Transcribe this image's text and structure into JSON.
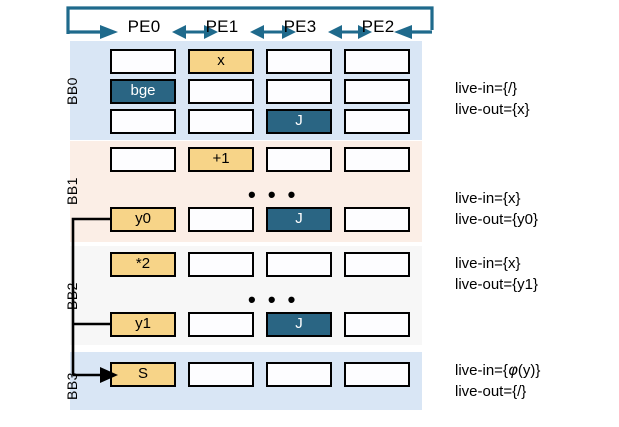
{
  "pe_header": {
    "labels": [
      "PE0",
      "PE1",
      "PE3",
      "PE2"
    ],
    "loop_arrow_color": "#1f6a8c",
    "bidir_arrow_color": "#1f6a8c"
  },
  "colors": {
    "teal": "#2a6583",
    "yellow": "#f7d488",
    "band_blue": "#d9e6f5",
    "band_peach": "#fbeee6",
    "band_gray": "#f7f7f7",
    "wire": "#000000"
  },
  "blocks": [
    {
      "name": "BB0",
      "label": "BB0",
      "rows": [
        [
          {
            "text": "",
            "style": "empty"
          },
          {
            "text": "x",
            "style": "yellow"
          },
          {
            "text": "",
            "style": "empty"
          },
          {
            "text": "",
            "style": "empty"
          }
        ],
        [
          {
            "text": "bge",
            "style": "teal"
          },
          {
            "text": "",
            "style": "empty"
          },
          {
            "text": "",
            "style": "empty"
          },
          {
            "text": "",
            "style": "empty"
          }
        ],
        [
          {
            "text": "",
            "style": "empty"
          },
          {
            "text": "",
            "style": "empty"
          },
          {
            "text": "J",
            "style": "teal"
          },
          {
            "text": "",
            "style": "empty"
          }
        ]
      ],
      "ellipsis": false,
      "live_in": "live-in={/}",
      "live_out": "live-out={x}"
    },
    {
      "name": "BB1",
      "label": "BB1",
      "rows": [
        [
          {
            "text": "",
            "style": "empty"
          },
          {
            "text": "+1",
            "style": "yellow"
          },
          {
            "text": "",
            "style": "empty"
          },
          {
            "text": "",
            "style": "empty"
          }
        ],
        [
          {
            "text": "y0",
            "style": "yellow"
          },
          {
            "text": "",
            "style": "empty"
          },
          {
            "text": "J",
            "style": "teal"
          },
          {
            "text": "",
            "style": "empty"
          }
        ]
      ],
      "ellipsis": true,
      "ellipsis_text": "• • •",
      "live_in": "live-in={x}",
      "live_out": "live-out={y0}"
    },
    {
      "name": "BB2",
      "label": "BB2",
      "rows": [
        [
          {
            "text": "*2",
            "style": "yellow"
          },
          {
            "text": "",
            "style": "empty"
          },
          {
            "text": "",
            "style": "empty"
          },
          {
            "text": "",
            "style": "empty"
          }
        ],
        [
          {
            "text": "y1",
            "style": "yellow"
          },
          {
            "text": "",
            "style": "empty"
          },
          {
            "text": "J",
            "style": "teal"
          },
          {
            "text": "",
            "style": "empty"
          }
        ]
      ],
      "ellipsis": true,
      "ellipsis_text": "• • •",
      "live_in": "live-in={x}",
      "live_out": "live-out={y1}"
    },
    {
      "name": "BB3",
      "label": "BB3",
      "rows": [
        [
          {
            "text": "S",
            "style": "yellow"
          },
          {
            "text": "",
            "style": "empty"
          },
          {
            "text": "",
            "style": "empty"
          },
          {
            "text": "",
            "style": "empty"
          }
        ]
      ],
      "ellipsis": false,
      "live_in_prefix": "live-in={",
      "live_in_phi": "φ",
      "live_in_suffix": "(y)}",
      "live_out": "live-out={/}"
    }
  ]
}
